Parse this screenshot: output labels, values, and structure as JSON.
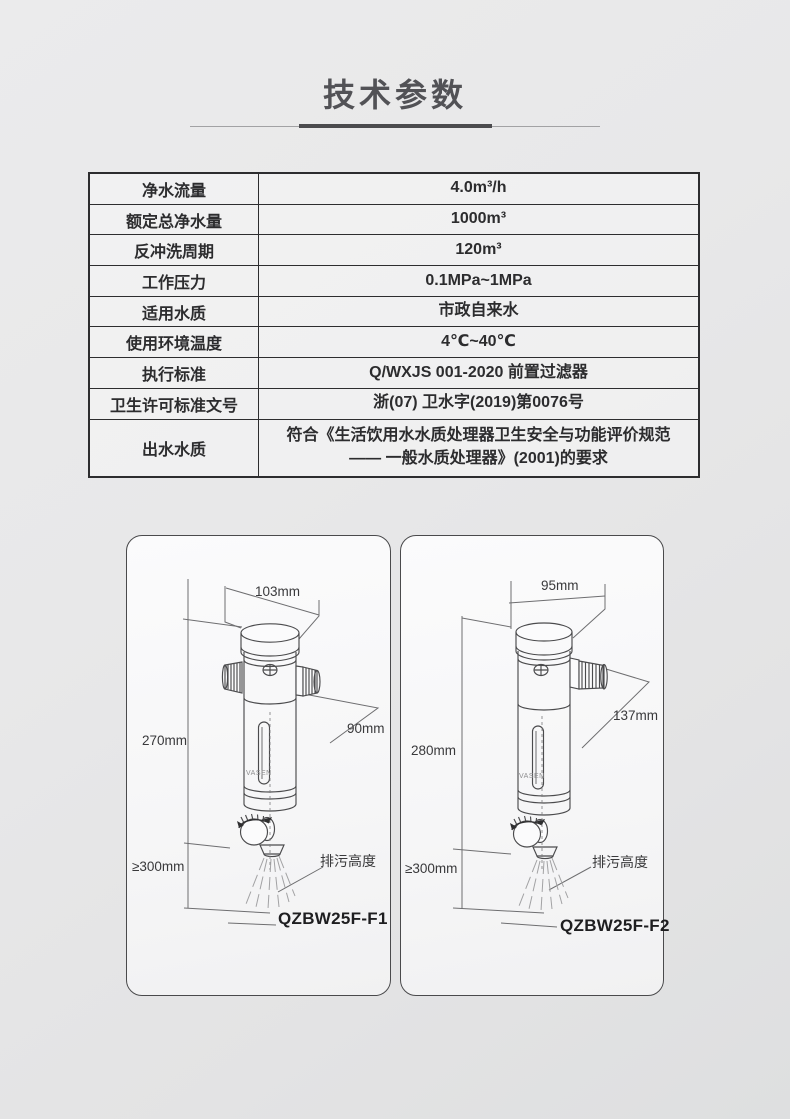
{
  "header": {
    "title": "技术参数"
  },
  "table": {
    "rows": [
      {
        "label": "净水流量",
        "value": "4.0m³/h"
      },
      {
        "label": "额定总净水量",
        "value": "1000m³"
      },
      {
        "label": "反冲洗周期",
        "value": "120m³"
      },
      {
        "label": "工作压力",
        "value": "0.1MPa~1MPa"
      },
      {
        "label": "适用水质",
        "value": "市政自来水"
      },
      {
        "label": "使用环境温度",
        "value": "4℃~40℃"
      },
      {
        "label": "执行标准",
        "value": "Q/WXJS 001-2020 前置过滤器"
      },
      {
        "label": "卫生许可标准文号",
        "value": "浙(07) 卫水字(2019)第0076号"
      },
      {
        "label": "出水水质",
        "value": "符合《生活饮用水水质处理器卫生安全与功能评价规范\n—— 一般水质处理器》(2001)的要求"
      }
    ]
  },
  "cards": [
    {
      "model": "QZBW25F-F1",
      "dims": {
        "width": "103mm",
        "height": "270mm",
        "depth": "90mm",
        "clearance": "≥300mm"
      },
      "drain_label": "排污高度",
      "logo": "VASEN"
    },
    {
      "model": "QZBW25F-F2",
      "dims": {
        "width": "95mm",
        "height": "280mm",
        "depth": "137mm",
        "clearance": "≥300mm"
      },
      "drain_label": "排污高度",
      "logo": "VASEN"
    }
  ],
  "colors": {
    "accent_dark": "#4b4b4e",
    "table_border": "#2d2d2f",
    "line_art": "#4b4b4d",
    "dimension_line": "#6e6e70"
  }
}
